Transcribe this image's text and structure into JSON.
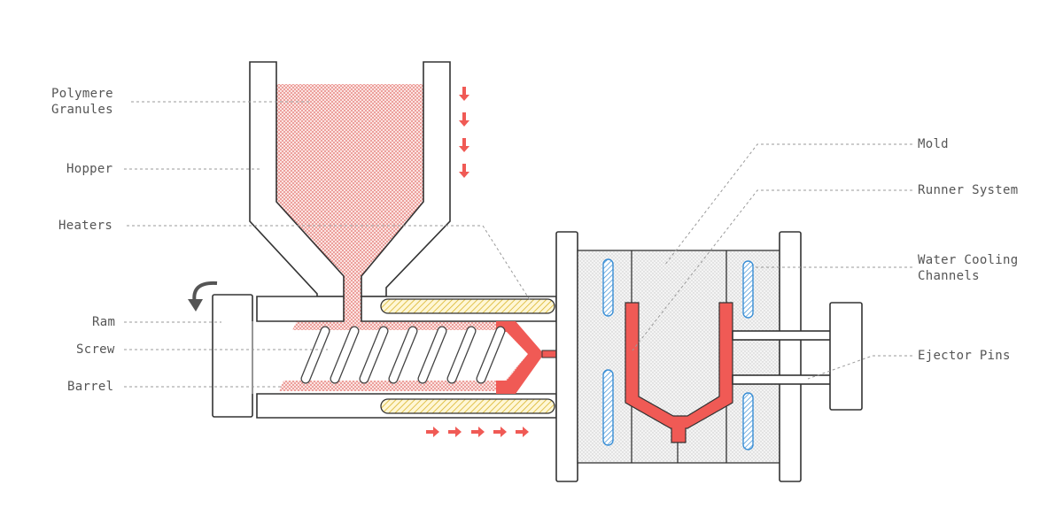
{
  "labels": {
    "polymere_line1": "Polymere",
    "polymere_line2": "Granules",
    "hopper": "Hopper",
    "heaters": "Heaters",
    "ram": "Ram",
    "screw": "Screw",
    "barrel": "Barrel",
    "mold": "Mold",
    "runner_system": "Runner System",
    "water_cooling_line1": "Water Cooling",
    "water_cooling_line2": "Channels",
    "ejector_pins": "Ejector Pins"
  },
  "colors": {
    "melt_red": "#f05a55",
    "granule_pink": "#f3b6b2",
    "heater_yellow": "#e8c94a",
    "cooling_blue": "#3a8fd6",
    "mold_fill": "#e9e9e9",
    "outline": "#333333",
    "rotation_arrow": "#555555"
  },
  "icons": {
    "ram_rotation": "curved-arrow-icon",
    "feed_down": "down-arrow-icon",
    "flow_right": "right-arrow-icon"
  }
}
